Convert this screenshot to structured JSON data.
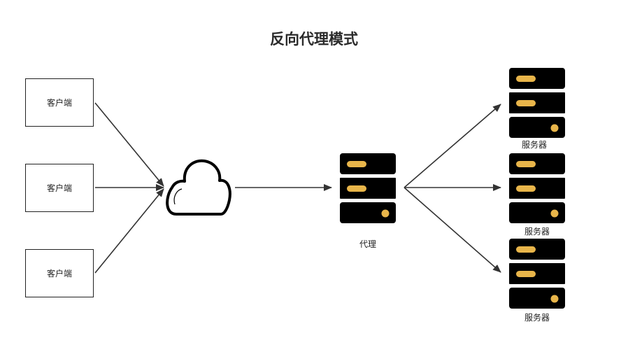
{
  "title": "反向代理模式",
  "clients": [
    {
      "label": "客户端"
    },
    {
      "label": "客户端"
    },
    {
      "label": "客户端"
    }
  ],
  "internet": {
    "icon": "cloud-icon"
  },
  "proxy": {
    "label": "代理",
    "icon": "server-icon"
  },
  "servers": [
    {
      "label": "服务器",
      "icon": "server-icon"
    },
    {
      "label": "服务器",
      "icon": "server-icon"
    },
    {
      "label": "服务器",
      "icon": "server-icon"
    }
  ],
  "colors": {
    "server_body": "#000000",
    "server_accent": "#e8b54a",
    "stroke": "#333333"
  }
}
